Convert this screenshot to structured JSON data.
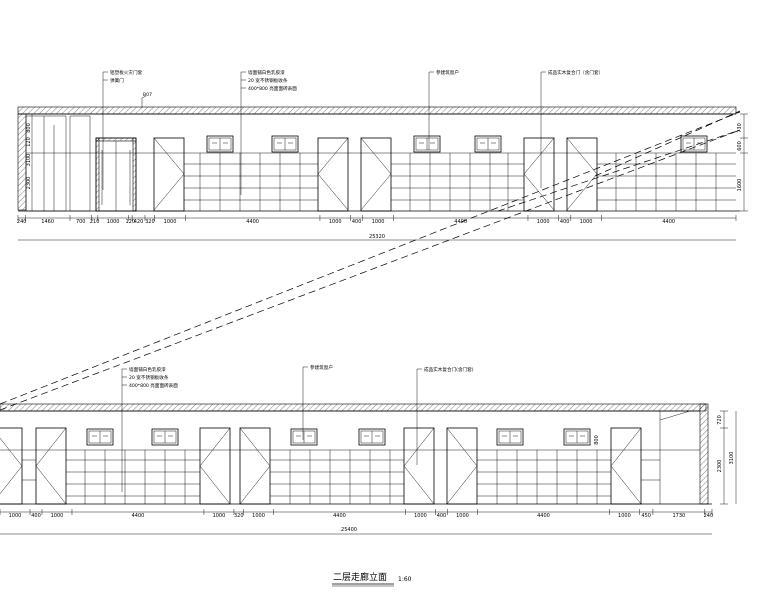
{
  "title": {
    "main": "二层走廊立面",
    "scale": "1:60"
  },
  "upper": {
    "labels": {
      "fire_door": "铝塑板火灾门套",
      "fire_door_2": "弹簧门",
      "wall_1": "墙面铺白色乳胶漆",
      "wall_2": "20 宽不锈钢板收条",
      "wall_3": "400*800 亮面面砖表面",
      "window": "参建筑窗户",
      "door": "成品实木复合门（含门套）",
      "small": "B07"
    },
    "dims": [
      "240",
      "1460",
      "700",
      "210",
      "1000",
      "120",
      "420",
      "320",
      "1000",
      "4400",
      "1000",
      "400",
      "1000",
      "4400",
      "1000",
      "400",
      "1000",
      "4400"
    ],
    "total": "25320",
    "vdims": [
      "730",
      "600",
      "1600"
    ],
    "vdims_left": [
      "800",
      "120",
      "3100",
      "2300"
    ]
  },
  "lower": {
    "labels": {
      "wall_1": "墙面铺白色乳胶漆",
      "wall_2": "20 宽不锈钢板收条",
      "wall_3": "400*800 亮面面砖表面",
      "window": "参建筑窗户",
      "door": "成品实木复合门(含门套)"
    },
    "dims": [
      "1000",
      "400",
      "1000",
      "4400",
      "1000",
      "320",
      "1000",
      "4400",
      "1000",
      "400",
      "1000",
      "4400",
      "1000",
      "450",
      "1730",
      "240"
    ],
    "total": "25400",
    "vdims": [
      "720",
      "2300",
      "3100",
      "800"
    ]
  }
}
